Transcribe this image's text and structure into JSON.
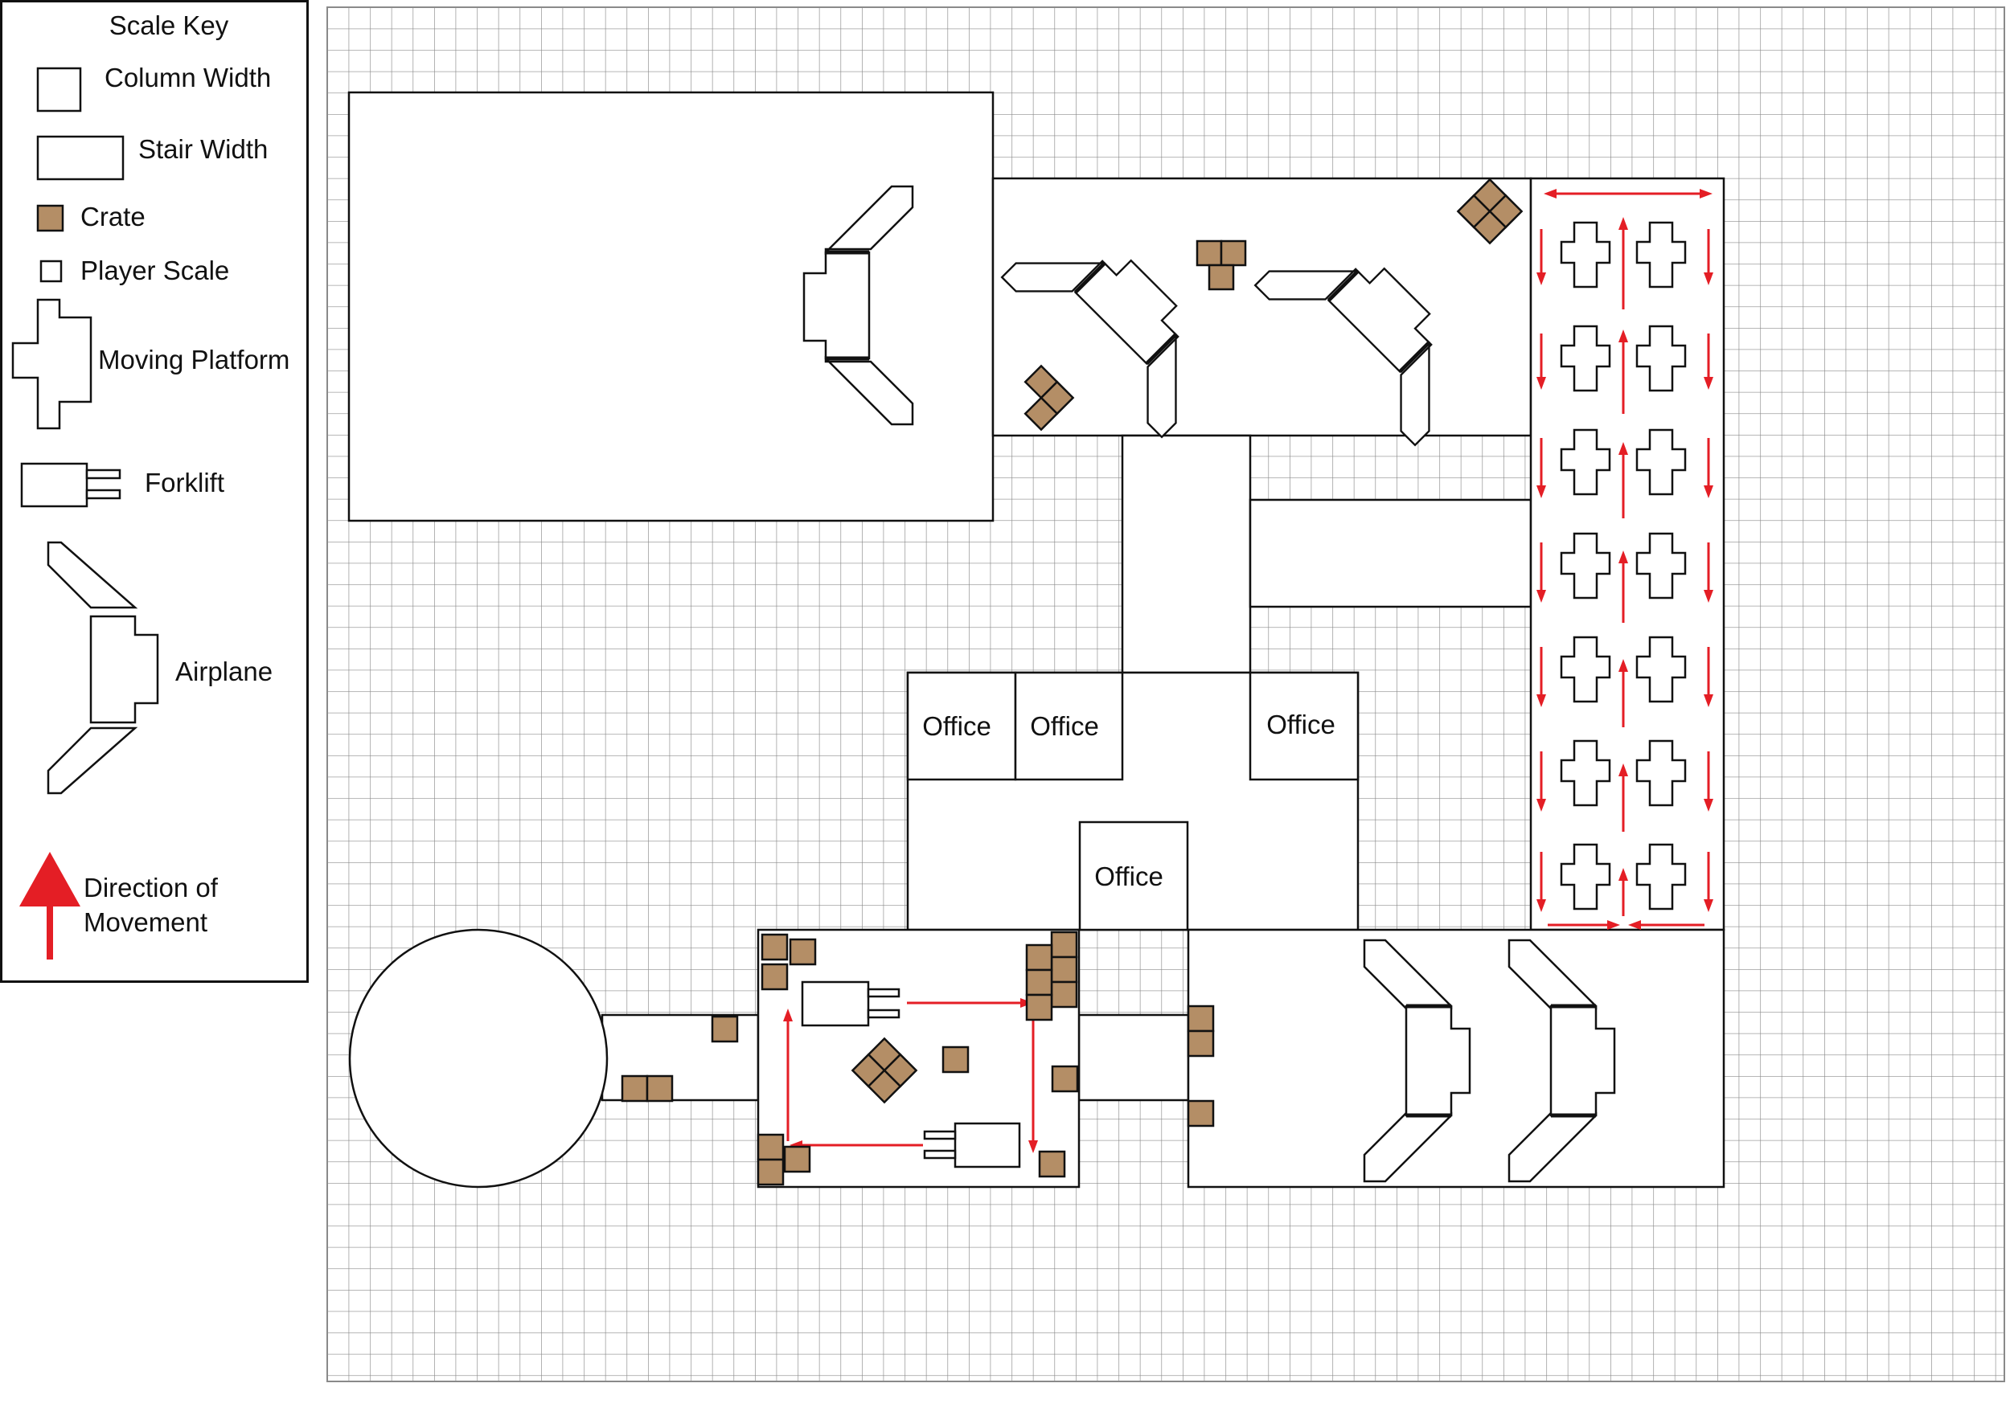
{
  "legend": {
    "title": "Scale Key",
    "items": [
      {
        "id": "column",
        "label": "Column Width"
      },
      {
        "id": "stair",
        "label": "Stair Width"
      },
      {
        "id": "crate",
        "label": "Crate"
      },
      {
        "id": "player",
        "label": "Player Scale"
      },
      {
        "id": "platform",
        "label": "Moving Platform"
      },
      {
        "id": "forklift",
        "label": "Forklift"
      },
      {
        "id": "airplane",
        "label": "Airplane"
      }
    ],
    "direction_line1": "Direction of",
    "direction_line2": "Movement"
  },
  "rooms": {
    "office_1": "Office",
    "office_2": "Office",
    "office_3": "Office",
    "office_4": "Office"
  },
  "colors": {
    "crate": "#b48e66",
    "arrow": "#e41e25",
    "grid": "#8a8a8a",
    "outline": "#111111"
  }
}
